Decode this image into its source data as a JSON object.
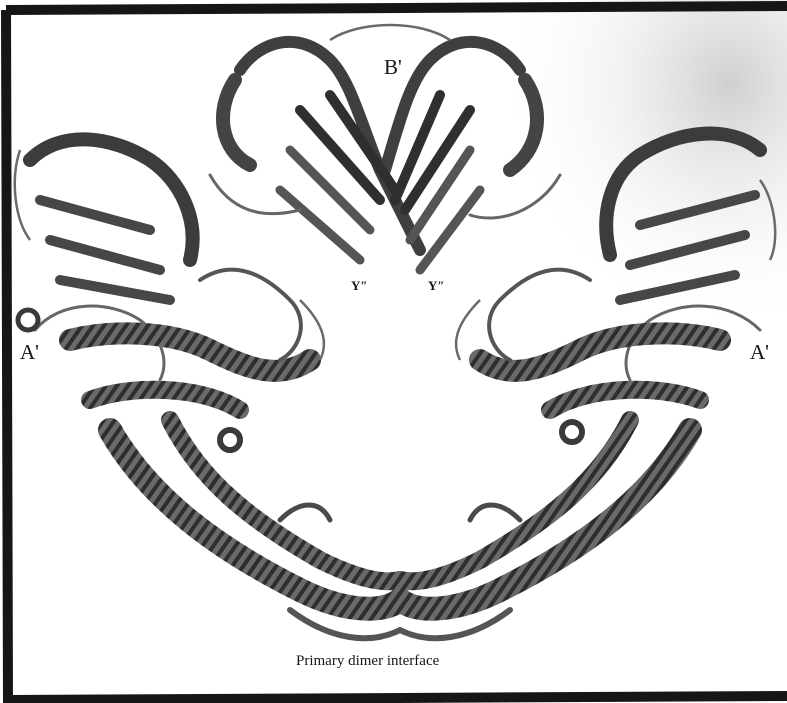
{
  "figure": {
    "labels": {
      "domain_b_prime": "B'",
      "domain_a_prime_left": "A'",
      "domain_a_prime_right": "A'",
      "residue_left": "Y″",
      "residue_right": "Y″",
      "caption": "Primary dimer interface"
    },
    "colors": {
      "border": "#161616",
      "ribbon": "#4a4a4a",
      "ribbon_light": "#8a8a8a",
      "background": "#ffffff",
      "shadow_tint": "#d7d7d7"
    }
  }
}
